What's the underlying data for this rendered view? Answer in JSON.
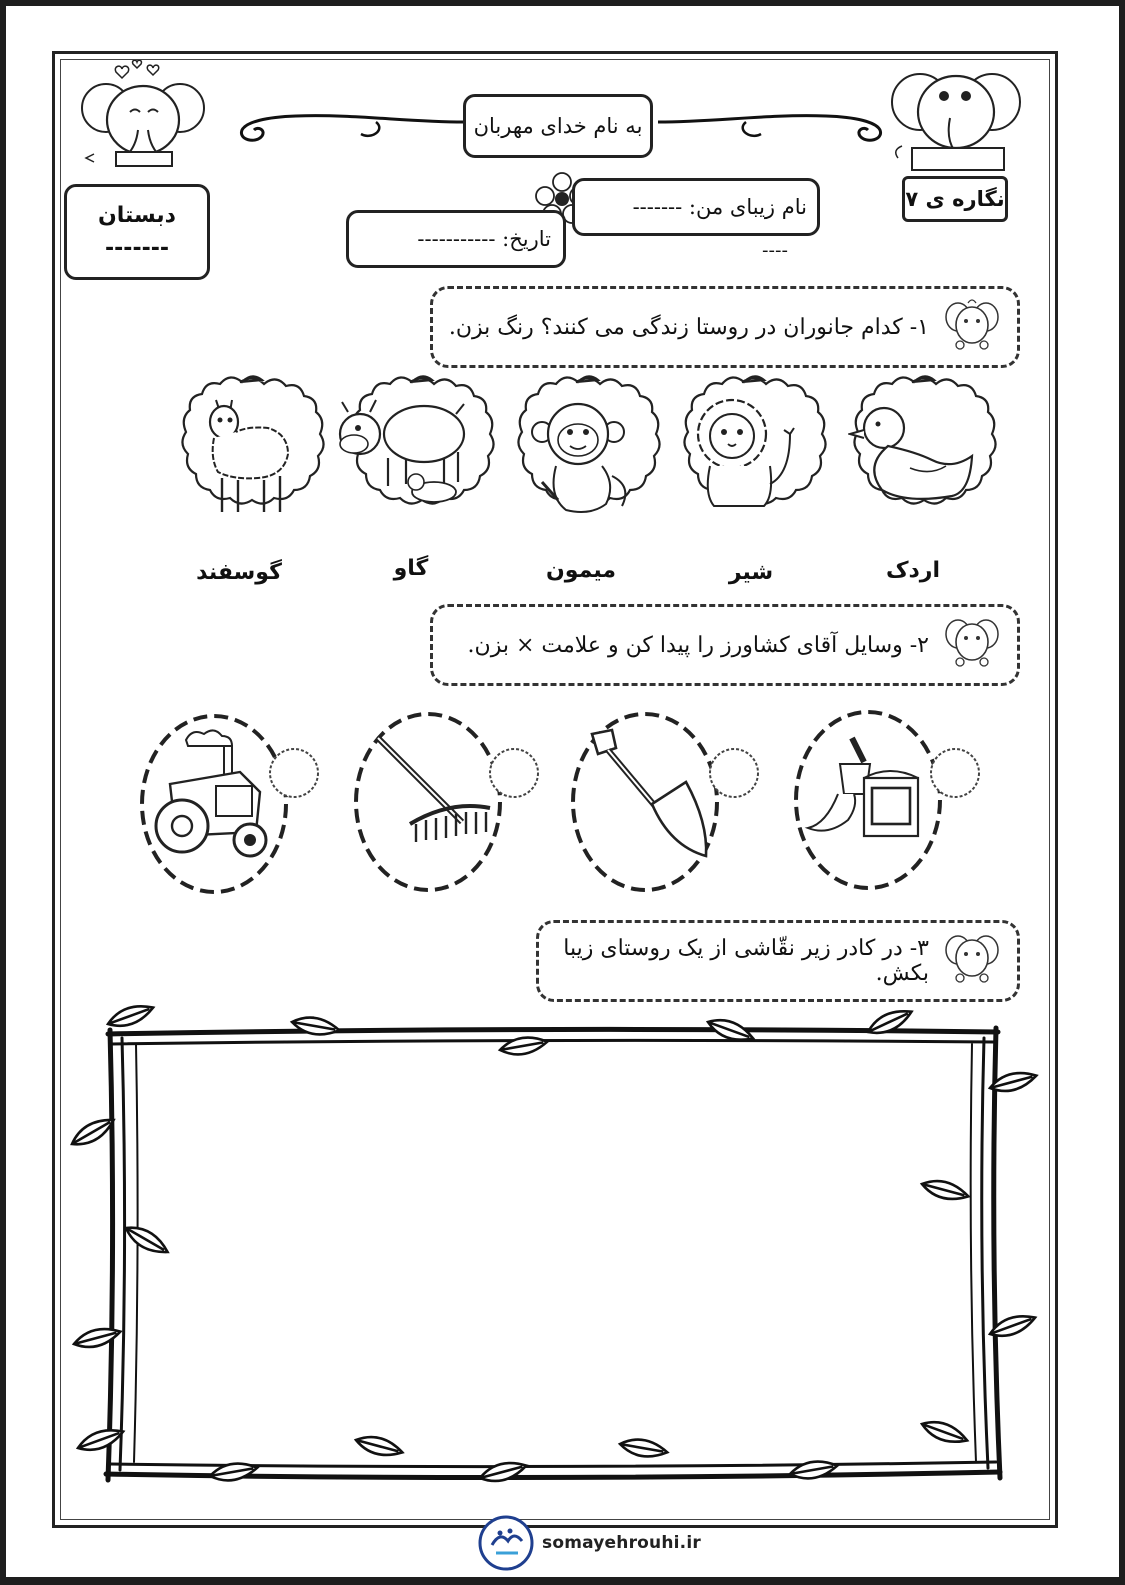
{
  "header": {
    "bismillah": "به نام خدای مهربان",
    "school_label": "دبستان",
    "school_blank": "-------",
    "name_label": "نام زیبای من: -------",
    "name_blank_2": "----",
    "date_label": "تاریخ: -----------",
    "lesson_label": "نگاره ی ۷"
  },
  "q1": {
    "prompt": "۱- کدام جانوران در روستا زندگی می کنند؟ رنگ بزن.",
    "animals": [
      {
        "label": "اردک",
        "icon": "duck-icon"
      },
      {
        "label": "شیر",
        "icon": "lion-icon"
      },
      {
        "label": "میمون",
        "icon": "monkey-icon"
      },
      {
        "label": "گاو",
        "icon": "cow-icon"
      },
      {
        "label": "گوسفند",
        "icon": "sheep-icon"
      }
    ]
  },
  "q2": {
    "prompt": "۲- وسایل آقای کشاورز را پیدا کن و علامت × بزن.",
    "tools": [
      {
        "icon": "paint-bucket-icon"
      },
      {
        "icon": "shovel-icon"
      },
      {
        "icon": "rake-icon"
      },
      {
        "icon": "tractor-icon"
      }
    ]
  },
  "q3": {
    "prompt": "۳- در کادر زیر نقّاشی از یک روستای زیبا بکش."
  },
  "footer": {
    "site": "somayehrouhi.ir"
  }
}
